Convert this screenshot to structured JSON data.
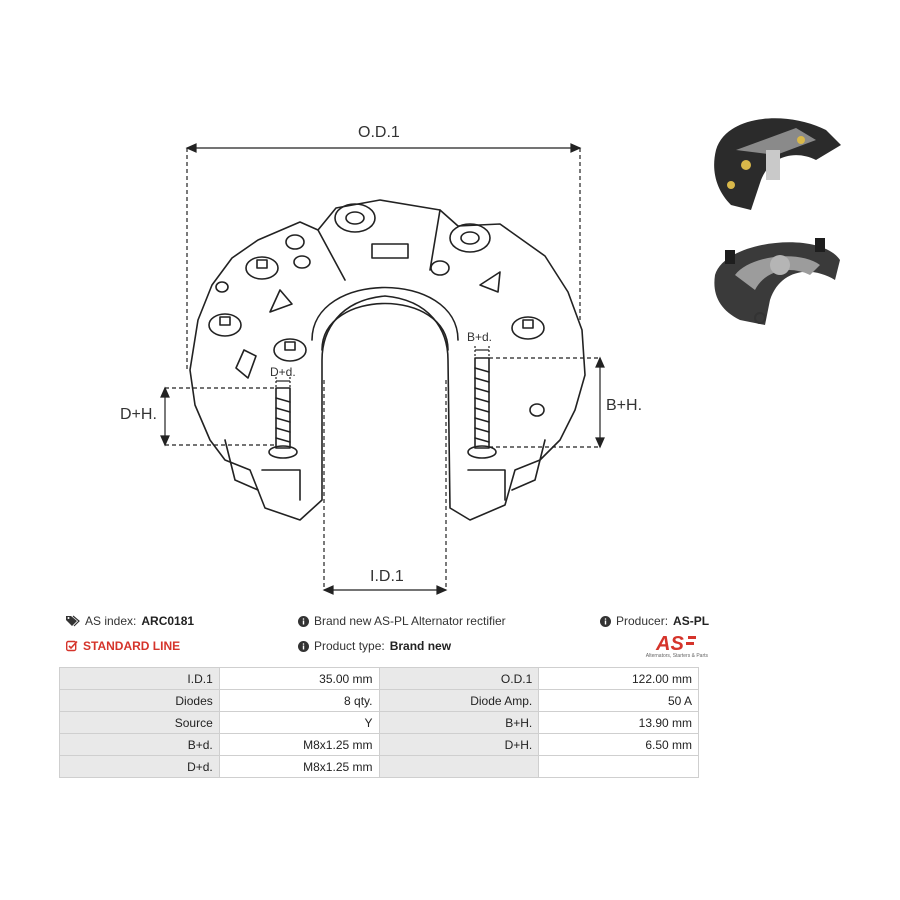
{
  "drawing": {
    "labels": {
      "od1": "O.D.1",
      "id1": "I.D.1",
      "dh": "D+H.",
      "bh": "B+H.",
      "dd": "D+d.",
      "bd": "B+d."
    }
  },
  "info": {
    "as_index_label": "AS index:",
    "as_index_value": "ARC0181",
    "description": "Brand new AS-PL Alternator rectifier",
    "producer_label": "Producer:",
    "producer_value": "AS-PL",
    "standard_line": "STANDARD LINE",
    "product_type_label": "Product type:",
    "product_type_value": "Brand new",
    "logo_text": "AS",
    "logo_subtext": "Alternators, Starters & Parts"
  },
  "specs": {
    "rows": [
      [
        "I.D.1",
        "35.00 mm",
        "O.D.1",
        "122.00 mm"
      ],
      [
        "Diodes",
        "8 qty.",
        "Diode Amp.",
        "50 A"
      ],
      [
        "Source",
        "Y",
        "B+H.",
        "13.90 mm"
      ],
      [
        "B+d.",
        "M8x1.25 mm",
        "D+H.",
        "6.50 mm"
      ],
      [
        "D+d.",
        "M8x1.25 mm",
        "",
        ""
      ]
    ]
  },
  "colors": {
    "accent_red": "#d5342b",
    "label_bg": "#e9e9e9",
    "border": "#cfcfcf"
  }
}
